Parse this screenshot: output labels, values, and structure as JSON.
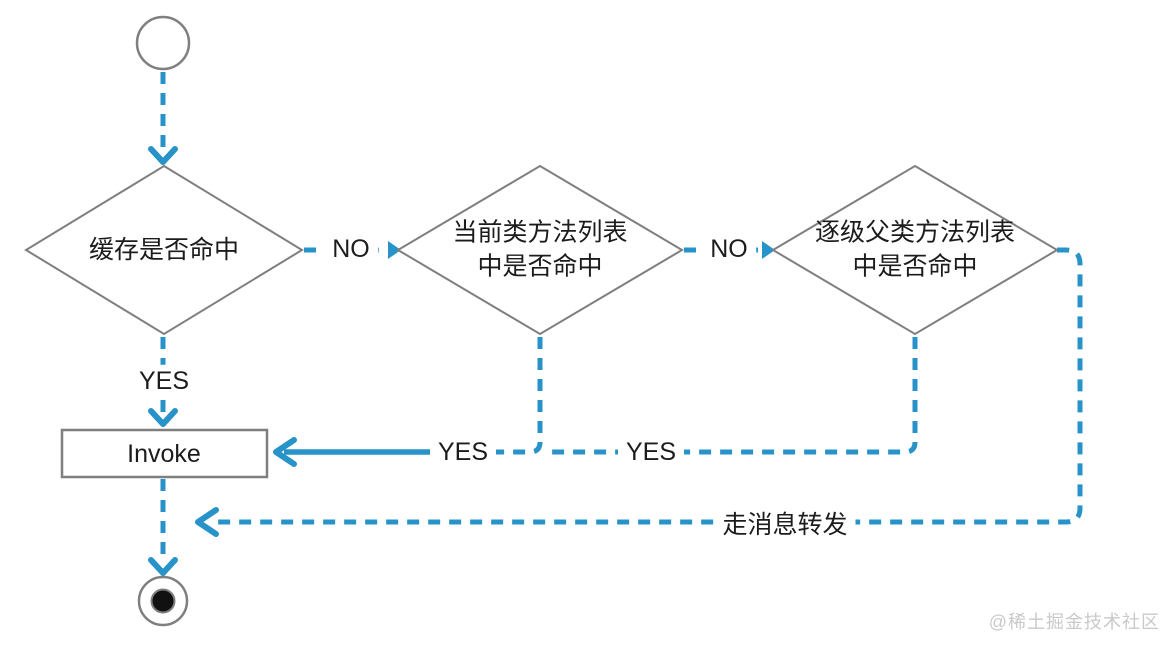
{
  "diagram": {
    "nodes": {
      "start": {
        "type": "initial-node"
      },
      "cache": {
        "label": "缓存是否命中"
      },
      "current_class": {
        "line1": "当前类方法列表",
        "line2": "中是否命中"
      },
      "parent_class": {
        "line1": "逐级父类方法列表",
        "line2": "中是否命中"
      },
      "invoke": {
        "label": "Invoke"
      },
      "end": {
        "type": "final-node"
      }
    },
    "edges": {
      "cache_to_current": {
        "label": "NO"
      },
      "current_to_parent": {
        "label": "NO"
      },
      "cache_to_invoke": {
        "label": "YES"
      },
      "current_to_invoke": {
        "label": "YES"
      },
      "parent_to_invoke": {
        "label": "YES"
      },
      "forwarding": {
        "label": "走消息转发"
      }
    },
    "colors": {
      "edge": "#2793C8",
      "shape_outline": "#7F7F7F",
      "text": "#1C1C1C",
      "watermark": "#C9C9C9"
    }
  },
  "watermark": {
    "text": "@稀土掘金技术社区"
  }
}
